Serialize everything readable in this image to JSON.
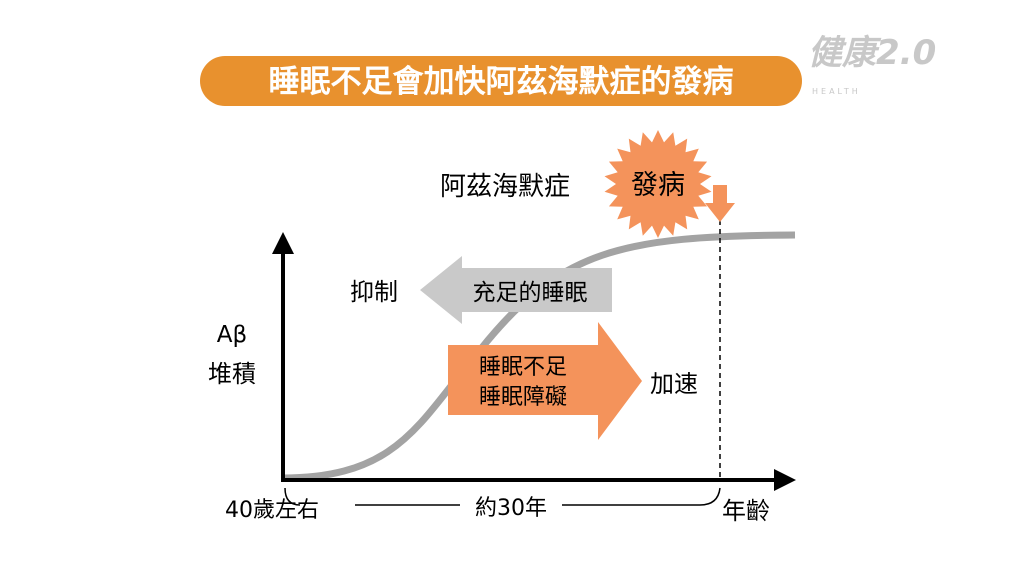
{
  "title": "睡眠不足會加快阿茲海默症的發病",
  "logo": {
    "main": "健康2.0",
    "sub": "HEALTH"
  },
  "diagram": {
    "disease_label": "阿茲海默症",
    "onset_label": "發病",
    "y_axis_label_line1": "Aβ",
    "y_axis_label_line2": "堆積",
    "suppress_label": "抑制",
    "good_sleep_label": "充足的睡眠",
    "bad_sleep_line1": "睡眠不足",
    "bad_sleep_line2": "睡眠障礙",
    "accelerate_label": "加速",
    "start_age_label": "40歲左右",
    "duration_label": "約30年",
    "x_axis_label": "年齡"
  },
  "colors": {
    "title_bg": "#E8912E",
    "orange": "#F4935B",
    "gray_arrow": "#C9C9C9",
    "curve": "#A3A3A3",
    "logo": "#C8C8C8"
  }
}
